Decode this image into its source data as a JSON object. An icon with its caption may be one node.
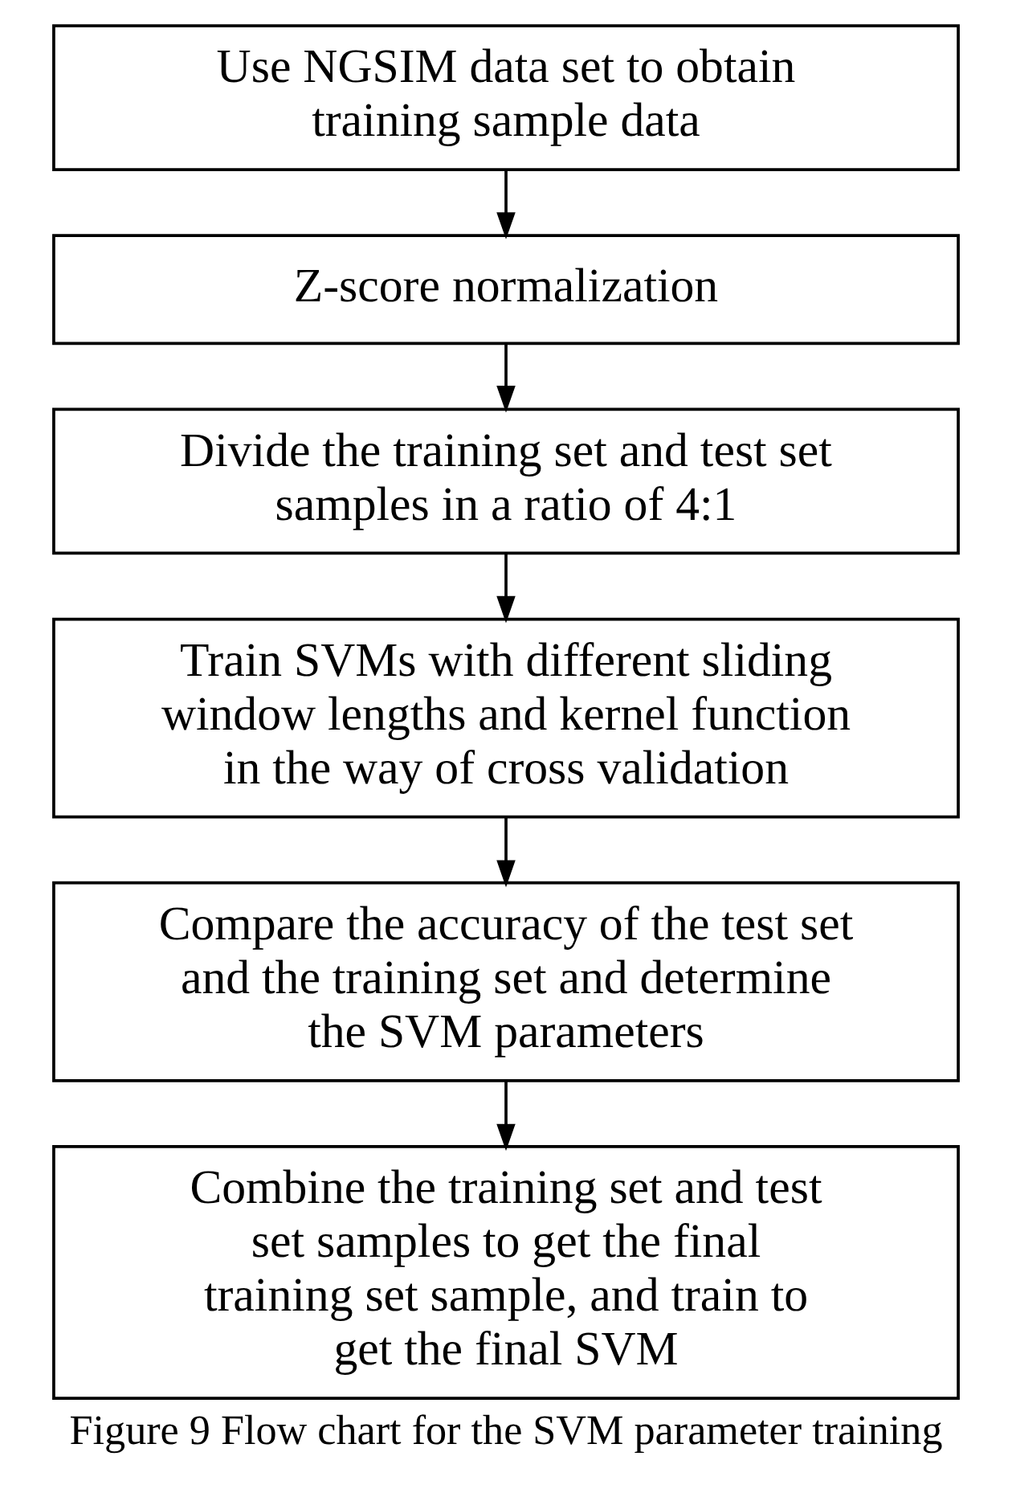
{
  "diagram": {
    "caption": "Figure 9 Flow chart for the SVM parameter training",
    "nodes": [
      {
        "text": [
          "Use NGSIM data set to obtain training sample data"
        ]
      },
      {
        "text": [
          "Z-score normalization"
        ]
      },
      {
        "text": [
          "Divide the training set and test set samples in a ratio of 4:1"
        ]
      },
      {
        "text": [
          "Train SVMs with different sliding window lengths and kernel function in the way of cross validation"
        ]
      },
      {
        "text": [
          "Compare the accuracy of the test set and the training set and determine the SVM parameters"
        ]
      },
      {
        "text": [
          "Combine the training set and test set samples to get the final training set sample, and train to get the final SVM"
        ]
      }
    ],
    "edges": [
      {
        "from": 0,
        "to": 1,
        "arrow": "to"
      },
      {
        "from": 1,
        "to": 2,
        "arrow": "to"
      },
      {
        "from": 2,
        "to": 3,
        "arrow": "to"
      },
      {
        "from": 3,
        "to": 4,
        "arrow": "to"
      },
      {
        "from": 4,
        "to": 5,
        "arrow": "to"
      }
    ]
  }
}
